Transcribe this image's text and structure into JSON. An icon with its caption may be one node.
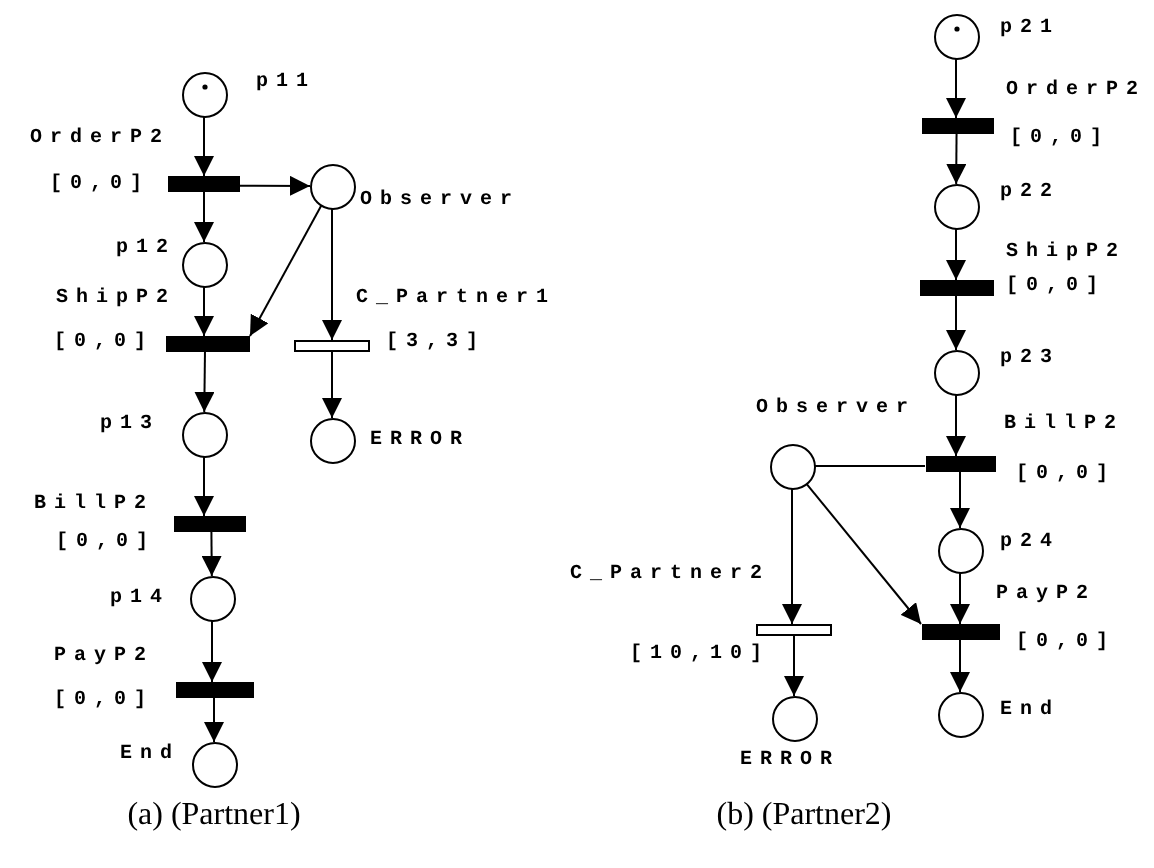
{
  "diagram": {
    "nodes": [
      {
        "text": [],
        "shape": "circle",
        "beside": [
          "p11"
        ]
      },
      {
        "text": [],
        "shape": "bar",
        "beside": [
          "OrderP2",
          "[0,0]"
        ]
      },
      {
        "text": [],
        "shape": "circle",
        "beside": [
          "Observer"
        ]
      },
      {
        "text": [],
        "shape": "circle",
        "beside": [
          "p12"
        ]
      },
      {
        "text": [],
        "shape": "bar",
        "beside": [
          "ShipP2",
          "[0,0]"
        ]
      },
      {
        "text": [],
        "shape": "bar",
        "beside": [
          "C_Partner1",
          "[3,3]"
        ]
      },
      {
        "text": [],
        "shape": "circle",
        "beside": [
          "p13"
        ]
      },
      {
        "text": [],
        "shape": "circle",
        "beside": [
          "ERROR"
        ]
      },
      {
        "text": [],
        "shape": "bar",
        "beside": [
          "BillP2",
          "[0,0]"
        ]
      },
      {
        "text": [],
        "shape": "circle",
        "beside": [
          "p14"
        ]
      },
      {
        "text": [],
        "shape": "bar",
        "beside": [
          "PayP2",
          "[0,0]"
        ]
      },
      {
        "text": [],
        "shape": "circle",
        "beside": [
          "End"
        ]
      },
      {
        "text": [],
        "shape": "circle",
        "beside": [
          "p21"
        ]
      },
      {
        "text": [],
        "shape": "bar",
        "beside": [
          "OrderP2",
          "[0,0]"
        ]
      },
      {
        "text": [],
        "shape": "circle",
        "beside": [
          "p22"
        ]
      },
      {
        "text": [],
        "shape": "bar",
        "beside": [
          "ShipP2",
          "[0,0]"
        ]
      },
      {
        "text": [],
        "shape": "circle",
        "beside": [
          "p23"
        ]
      },
      {
        "text": [],
        "shape": "circle",
        "beside": [
          "Observer"
        ]
      },
      {
        "text": [],
        "shape": "bar",
        "beside": [
          "BillP2",
          "[0,0]"
        ]
      },
      {
        "text": [],
        "shape": "circle",
        "beside": [
          "p24"
        ]
      },
      {
        "text": [],
        "shape": "bar",
        "beside": [
          "C_Partner2",
          "[10,10]"
        ]
      },
      {
        "text": [],
        "shape": "bar",
        "beside": [
          "PayP2",
          "[0,0]"
        ]
      },
      {
        "text": [],
        "shape": "circle",
        "beside": [
          "ERROR"
        ]
      },
      {
        "text": [],
        "shape": "circle",
        "beside": [
          "End"
        ]
      }
    ],
    "edges": [
      {
        "from": 0,
        "to": 1,
        "arrow": "to"
      },
      {
        "from": 1,
        "to": 2,
        "arrow": "to"
      },
      {
        "from": 1,
        "to": 3,
        "arrow": "to"
      },
      {
        "from": 3,
        "to": 4,
        "arrow": "to"
      },
      {
        "from": 2,
        "to": 4,
        "arrow": "to"
      },
      {
        "from": 2,
        "to": 5,
        "arrow": "to"
      },
      {
        "from": 4,
        "to": 6,
        "arrow": "to"
      },
      {
        "from": 5,
        "to": 7,
        "arrow": "to"
      },
      {
        "from": 6,
        "to": 8,
        "arrow": "to"
      },
      {
        "from": 8,
        "to": 9,
        "arrow": "to"
      },
      {
        "from": 9,
        "to": 10,
        "arrow": "to"
      },
      {
        "from": 10,
        "to": 11,
        "arrow": "to"
      },
      {
        "from": 12,
        "to": 13,
        "arrow": "to"
      },
      {
        "from": 13,
        "to": 14,
        "arrow": "to"
      },
      {
        "from": 14,
        "to": 15,
        "arrow": "to"
      },
      {
        "from": 15,
        "to": 16,
        "arrow": "to"
      },
      {
        "from": 16,
        "to": 18,
        "arrow": "to"
      },
      {
        "from": 17,
        "to": 18,
        "arrow": "none"
      },
      {
        "from": 18,
        "to": 19,
        "arrow": "to"
      },
      {
        "from": 19,
        "to": 21,
        "arrow": "to"
      },
      {
        "from": 17,
        "to": 21,
        "arrow": "to"
      },
      {
        "from": 17,
        "to": 20,
        "arrow": "to"
      },
      {
        "from": 20,
        "to": 22,
        "arrow": "to"
      },
      {
        "from": 21,
        "to": 23,
        "arrow": "to"
      }
    ],
    "labels": [
      "(a) (Partner1)",
      "(b) (Partner2)"
    ]
  }
}
